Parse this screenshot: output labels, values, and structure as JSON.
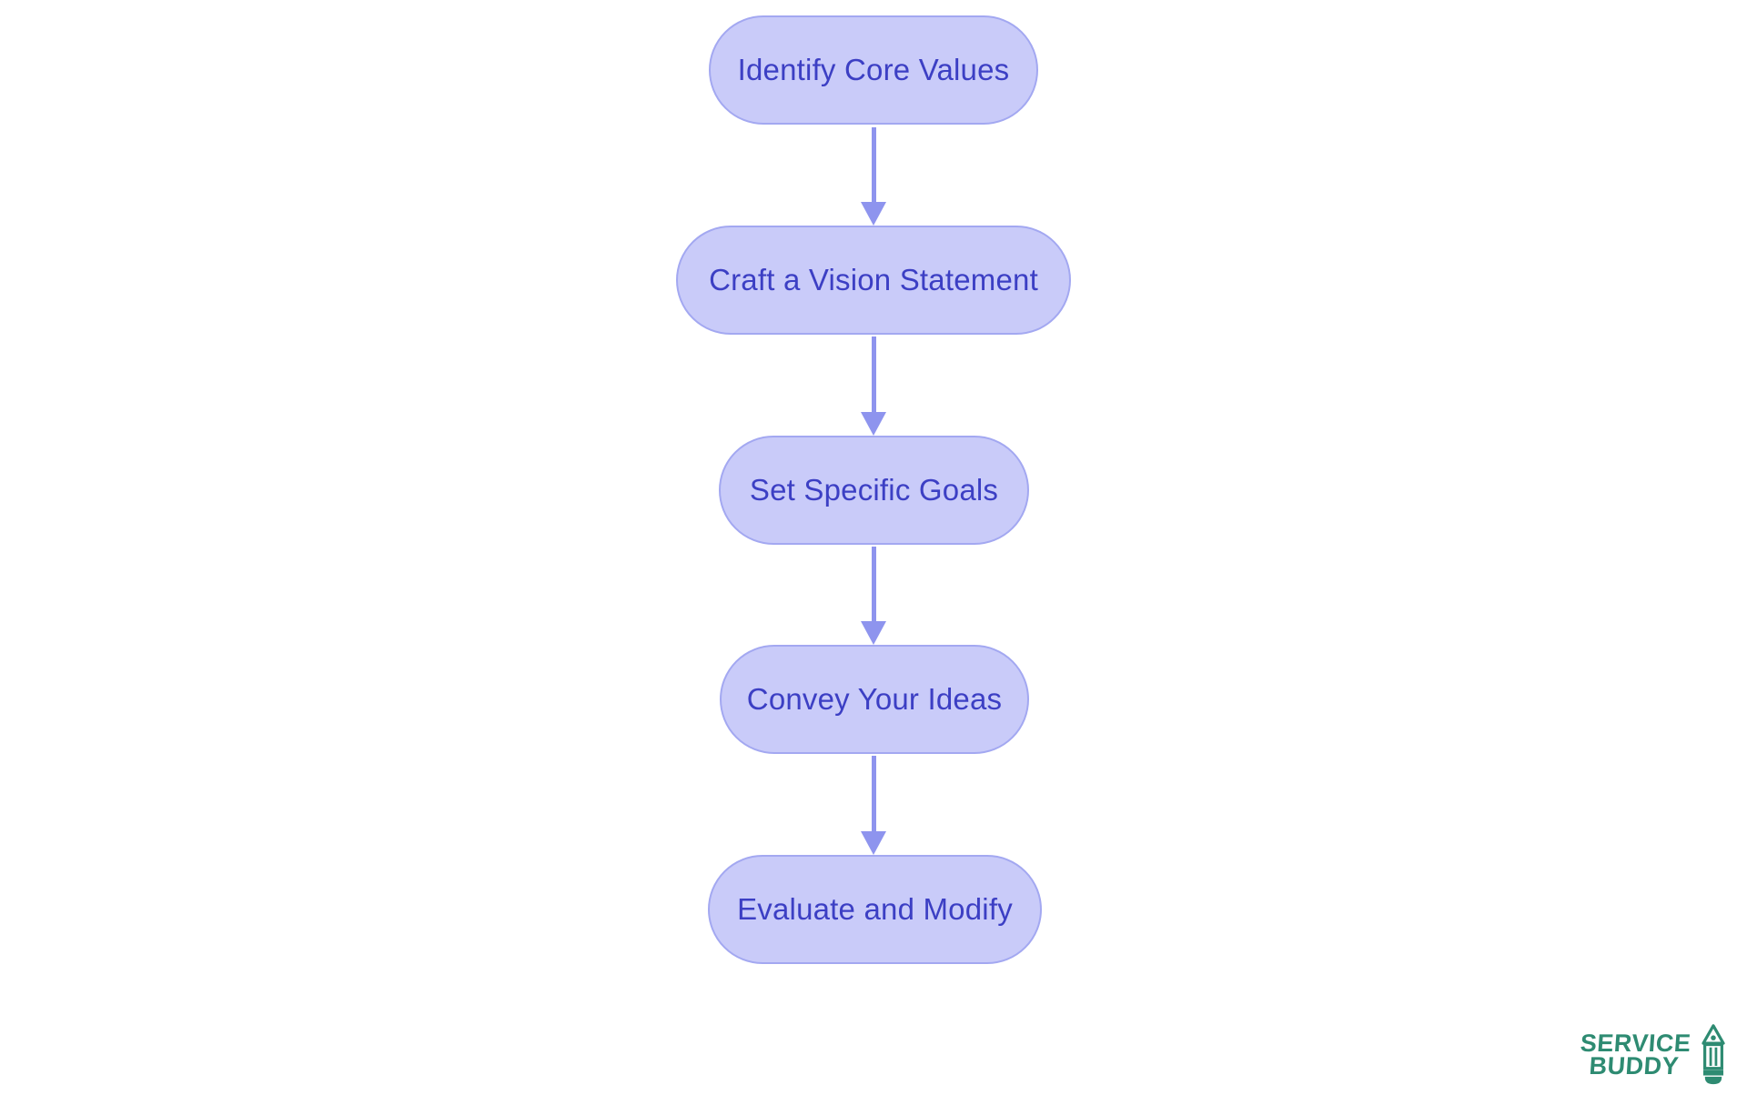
{
  "flowchart": {
    "nodes": [
      {
        "label": "Identify Core Values"
      },
      {
        "label": "Craft a Vision Statement"
      },
      {
        "label": "Set Specific Goals"
      },
      {
        "label": "Convey Your Ideas"
      },
      {
        "label": "Evaluate and Modify"
      }
    ],
    "arrows": [
      {
        "from": 0,
        "to": 1
      },
      {
        "from": 1,
        "to": 2
      },
      {
        "from": 2,
        "to": 3
      },
      {
        "from": 3,
        "to": 4
      }
    ],
    "colors": {
      "node_fill": "#c9cbf9",
      "node_border": "#a3a8f1",
      "node_text": "#3c3fc4",
      "arrow": "#8e94ee"
    }
  },
  "logo": {
    "line1": "SERVICE",
    "line2": "BUDDY",
    "icon": "pencil-icon",
    "color": "#2e8b72"
  }
}
